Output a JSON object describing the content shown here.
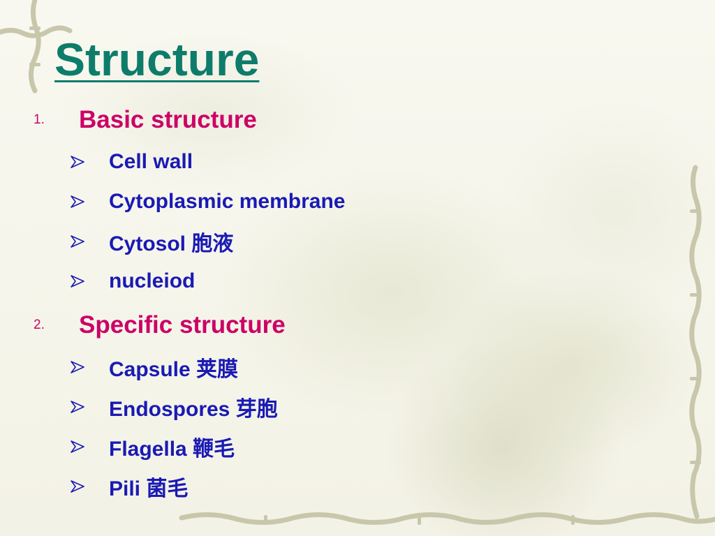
{
  "slide": {
    "title": "Structure",
    "sections": [
      {
        "number": "1.",
        "heading": "Basic structure",
        "items": [
          "Cell wall",
          "Cytoplasmic membrane",
          "Cytosol 胞液",
          "nucleiod"
        ]
      },
      {
        "number": "2.",
        "heading": "Specific structure",
        "items": [
          "Capsule 荚膜",
          "Endospores 芽胞",
          "Flagella  鞭毛",
          "Pili  菌毛"
        ]
      }
    ]
  },
  "colors": {
    "title": "#0e7c6b",
    "section_heading": "#cc0066",
    "bullet_text": "#1a1ab4",
    "background": "#f7f6ee"
  },
  "icons": {
    "bullet": "chevron-arrow-bullet-icon",
    "background": "bamboo-frame-and-flower-watermark"
  }
}
